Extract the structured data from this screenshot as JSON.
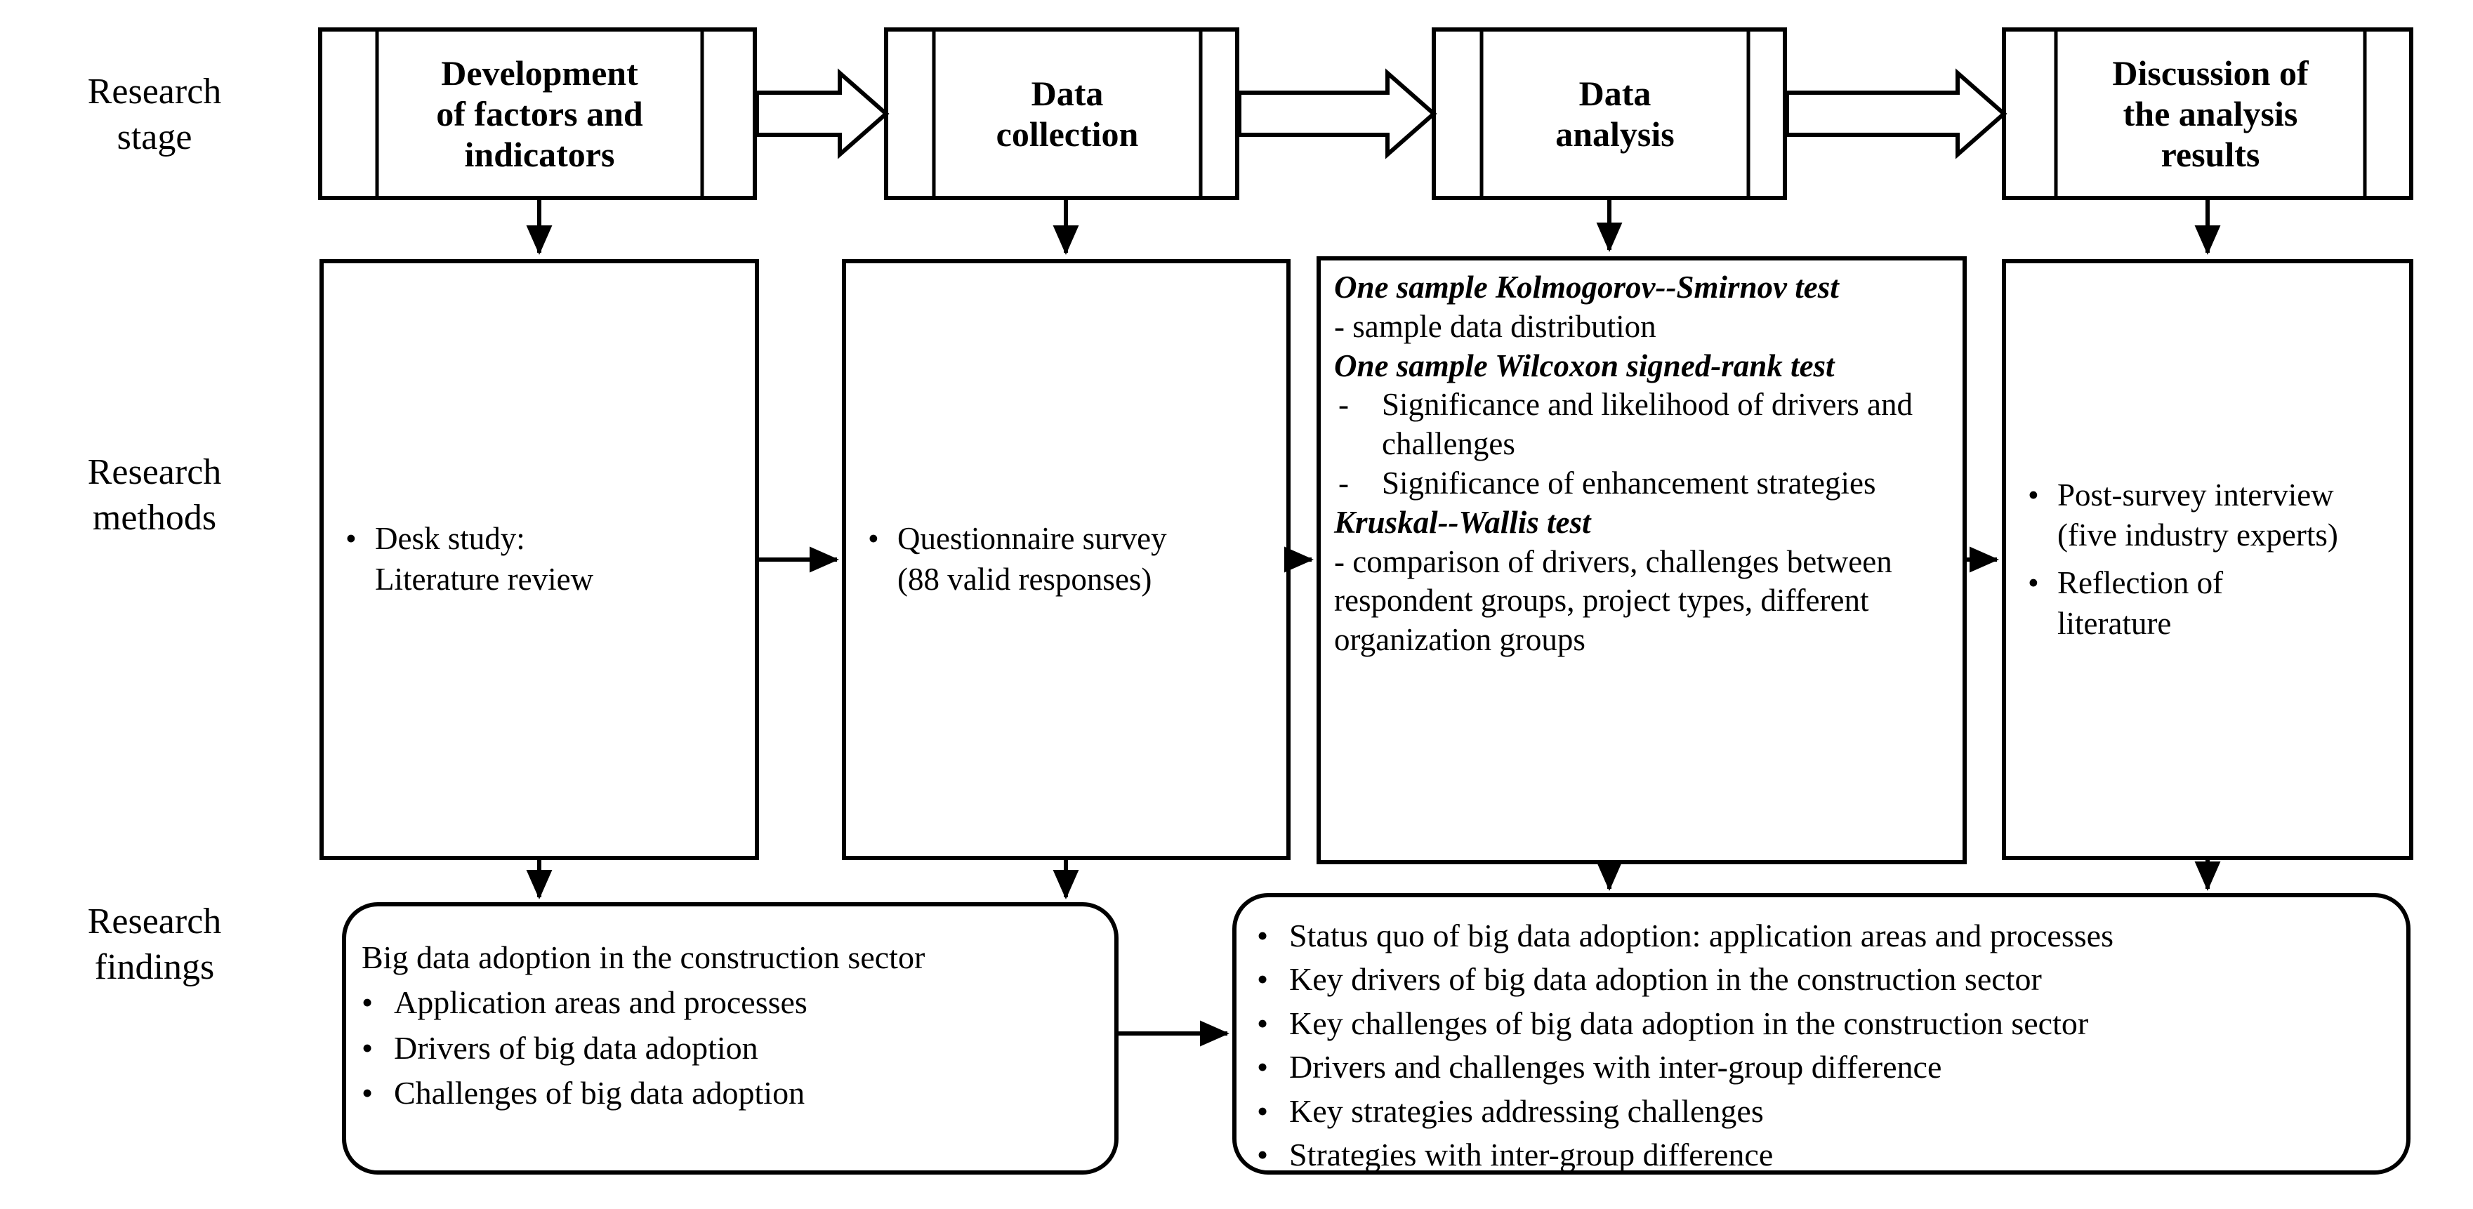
{
  "diagram": {
    "title_row_labels": [
      "Research\nstage",
      "Research\nmethods",
      "Research\nfindings"
    ]
  },
  "stages": [
    {
      "id": "stage-development",
      "label": "Development\nof factors and\nindicators"
    },
    {
      "id": "stage-data-collection",
      "label": "Data\ncollection"
    },
    {
      "id": "stage-data-analysis",
      "label": "Data\nanalysis"
    },
    {
      "id": "stage-discussion",
      "label": "Discussion of\nthe analysis\nresults"
    }
  ],
  "methods": {
    "desk_study": {
      "bullets": [
        {
          "mark": "•",
          "text": "Desk study:\nLiterature review"
        }
      ]
    },
    "questionnaire": {
      "bullets": [
        {
          "mark": "•",
          "text": "Questionnaire survey\n(88 valid responses)"
        }
      ]
    },
    "analysis": {
      "blocks": [
        {
          "kind": "heading",
          "text": "One sample Kolmogorov--Smirnov test"
        },
        {
          "kind": "dash",
          "text": "- sample data distribution"
        },
        {
          "kind": "heading",
          "text": "One sample Wilcoxon signed-rank test"
        },
        {
          "kind": "dash-indent",
          "mark": "-",
          "text": "Significance and likelihood of drivers and challenges"
        },
        {
          "kind": "dash-indent",
          "mark": "-",
          "text": " Significance of enhancement strategies"
        },
        {
          "kind": "heading",
          "text": "Kruskal--Wallis test"
        },
        {
          "kind": "dash",
          "text": "- comparison of  drivers, challenges between respondent groups, project types, different organization groups"
        }
      ]
    },
    "discussion": {
      "bullets": [
        {
          "mark": "•",
          "text": "Post-survey interview\n(five industry experts)"
        },
        {
          "mark": "•",
          "text": "Reflection of\nliterature"
        }
      ]
    }
  },
  "findings": {
    "left": {
      "heading": "Big data adoption in the construction sector",
      "bullets": [
        {
          "mark": "•",
          "text": "Application areas and processes"
        },
        {
          "mark": "•",
          "text": "Drivers of big data adoption"
        },
        {
          "mark": "•",
          "text": "Challenges of big data adoption"
        }
      ]
    },
    "right": {
      "bullets": [
        {
          "mark": "•",
          "text": "Status quo of big data adoption: application areas and processes"
        },
        {
          "mark": "•",
          "text": "Key drivers of big data adoption in the construction sector"
        },
        {
          "mark": "•",
          "text": "Key challenges of big data adoption in the construction sector"
        },
        {
          "mark": "•",
          "text": "Drivers and challenges with inter-group difference"
        },
        {
          "mark": "•",
          "text": "Key strategies addressing challenges"
        },
        {
          "mark": "•",
          "text": "Strategies with inter-group difference"
        }
      ]
    }
  },
  "colors": {
    "stroke": "#000000",
    "background": "#ffffff",
    "text": "#000000"
  }
}
